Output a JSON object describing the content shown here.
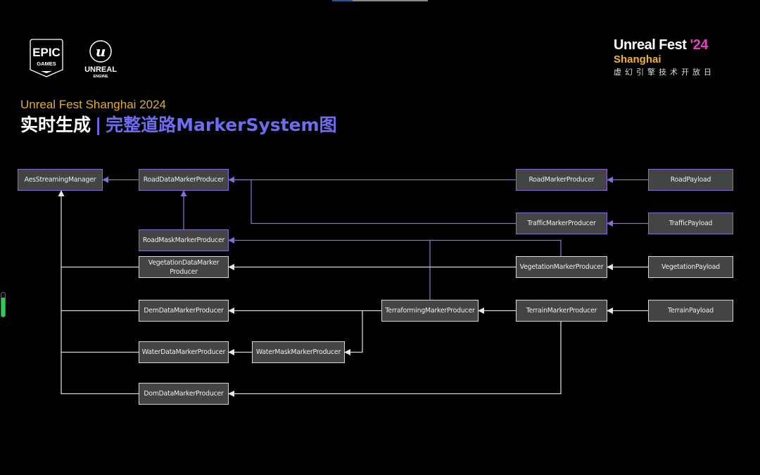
{
  "top_progress": {
    "percent": 21
  },
  "side_indicator": {
    "percent": 80
  },
  "logos": {
    "epic": {
      "line1": "EPIC",
      "line2": "GAMES"
    },
    "unreal": {
      "glyph": "u",
      "line1": "UNREAL",
      "line2": "ENGINE"
    }
  },
  "brand": {
    "title": "Unreal Fest ",
    "year": "'24",
    "city": "Shanghai",
    "subtitle": "虚幻引擎技术开放日"
  },
  "header": {
    "subtitle": "Unreal Fest Shanghai 2024",
    "title_prefix": "实时生成",
    "title_separator": "|",
    "title_main": "完整道路MarkerSystem图"
  },
  "colors": {
    "purple": "#8a6bd0",
    "white_edge": "#d6d6d6",
    "node_fill": "#444444",
    "accent": "#6d6cf2",
    "gold": "#e6ad27",
    "magenta": "#e83ec3"
  },
  "diagram": {
    "nodes": [
      {
        "id": "aes",
        "label": "AesStreamingManager",
        "style": "purple"
      },
      {
        "id": "roaddata",
        "label": "RoadDataMarkerProducer",
        "style": "purple"
      },
      {
        "id": "roadmask",
        "label": "RoadMaskMarkerProducer",
        "style": "purple"
      },
      {
        "id": "vegdata",
        "label": "VegetationDataMarker Producer",
        "style": "white"
      },
      {
        "id": "demdata",
        "label": "DemDataMarkerProducer",
        "style": "white"
      },
      {
        "id": "waterdata",
        "label": "WaterDataMarkerProducer",
        "style": "white"
      },
      {
        "id": "domdata",
        "label": "DomDataMarkerProducer",
        "style": "white"
      },
      {
        "id": "watermask",
        "label": "WaterMaskMarkerProducer",
        "style": "white"
      },
      {
        "id": "terraforming",
        "label": "TerraformingMarkerProducer",
        "style": "white"
      },
      {
        "id": "roadmarker",
        "label": "RoadMarkerProducer",
        "style": "purple"
      },
      {
        "id": "trafficmarker",
        "label": "TrafficMarkerProducer",
        "style": "purple"
      },
      {
        "id": "vegmarker",
        "label": "VegetationMarkerProducer",
        "style": "white"
      },
      {
        "id": "terrainmarker",
        "label": "TerrainMarkerProducer",
        "style": "white"
      },
      {
        "id": "roadpayload",
        "label": "RoadPayload",
        "style": "purple"
      },
      {
        "id": "trafficpayload",
        "label": "TrafficPayload",
        "style": "purple"
      },
      {
        "id": "vegpayload",
        "label": "VegetationPayload",
        "style": "white"
      },
      {
        "id": "terrainpayload",
        "label": "TerrainPayload",
        "style": "white"
      }
    ],
    "edges": [
      {
        "from": "roaddata",
        "to": "aes",
        "color": "purple"
      },
      {
        "from": "roadmask",
        "to": "roaddata",
        "color": "purple"
      },
      {
        "from": "roadmarker",
        "to": "roaddata",
        "color": "purple"
      },
      {
        "from": "trafficmarker",
        "to": "roaddata",
        "color": "purple"
      },
      {
        "from": "roadpayload",
        "to": "roadmarker",
        "color": "purple"
      },
      {
        "from": "trafficpayload",
        "to": "trafficmarker",
        "color": "purple"
      },
      {
        "from": "terraforming",
        "to": "roadmask",
        "color": "purple"
      },
      {
        "from": "vegmarker",
        "to": "roadmask",
        "color": "purple"
      },
      {
        "from": "vegdata",
        "to": "aes",
        "color": "white"
      },
      {
        "from": "demdata",
        "to": "aes",
        "color": "white"
      },
      {
        "from": "waterdata",
        "to": "aes",
        "color": "white"
      },
      {
        "from": "domdata",
        "to": "aes",
        "color": "white"
      },
      {
        "from": "vegmarker",
        "to": "vegdata",
        "color": "white"
      },
      {
        "from": "vegpayload",
        "to": "vegmarker",
        "color": "white"
      },
      {
        "from": "terraforming",
        "to": "demdata",
        "color": "white"
      },
      {
        "from": "terraforming",
        "to": "watermask",
        "color": "white"
      },
      {
        "from": "watermask",
        "to": "waterdata",
        "color": "white"
      },
      {
        "from": "terrainmarker",
        "to": "terraforming",
        "color": "white"
      },
      {
        "from": "terrainmarker",
        "to": "domdata",
        "color": "white"
      },
      {
        "from": "terrainpayload",
        "to": "terrainmarker",
        "color": "white"
      }
    ]
  }
}
